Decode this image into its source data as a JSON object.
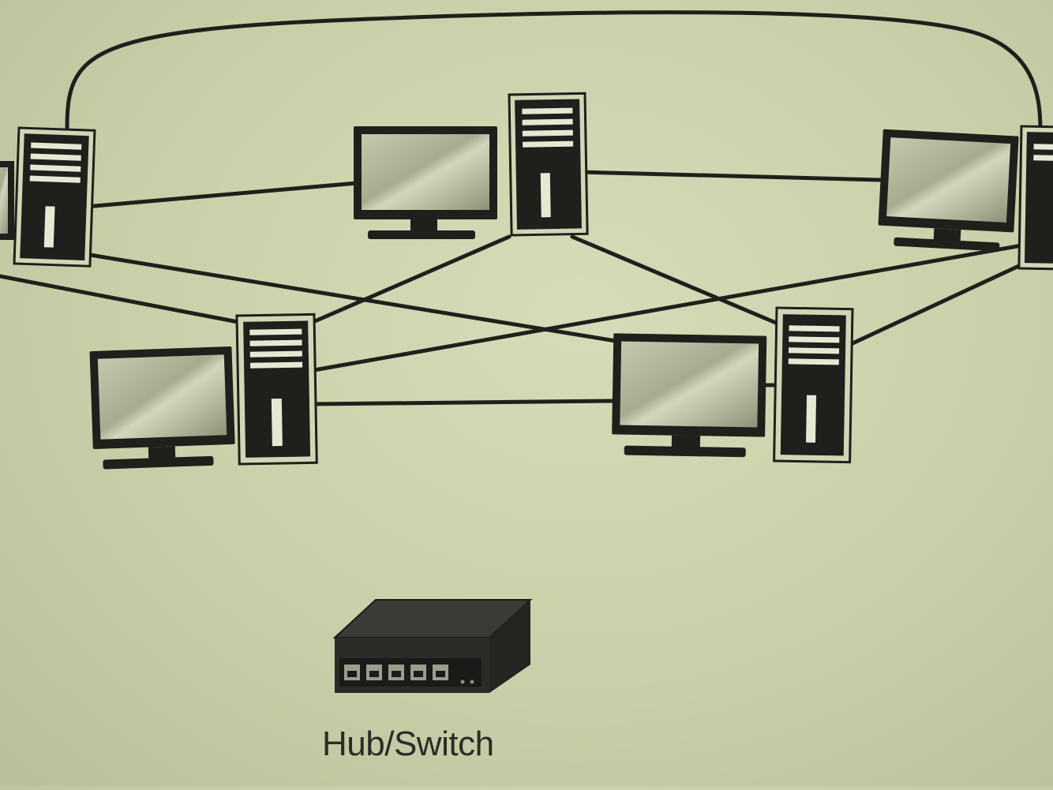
{
  "diagram": {
    "devices": [
      {
        "id": "pc-left-edge",
        "kind": "tower"
      },
      {
        "id": "pc-top-center",
        "kind": "workstation"
      },
      {
        "id": "pc-top-right",
        "kind": "workstation"
      },
      {
        "id": "pc-bottom-left",
        "kind": "workstation"
      },
      {
        "id": "pc-bottom-right",
        "kind": "workstation"
      },
      {
        "id": "hub-switch",
        "kind": "network-switch",
        "ports": 5
      }
    ],
    "connections": [
      [
        "pc-left-edge",
        "pc-top-right"
      ],
      [
        "pc-left-edge",
        "pc-top-center"
      ],
      [
        "pc-left-edge",
        "pc-bottom-right"
      ],
      [
        "pc-left-edge",
        "pc-bottom-left"
      ],
      [
        "pc-top-center",
        "pc-top-right"
      ],
      [
        "pc-top-center",
        "pc-bottom-left"
      ],
      [
        "pc-top-center",
        "pc-bottom-right"
      ],
      [
        "pc-bottom-left",
        "pc-top-right"
      ],
      [
        "pc-bottom-left",
        "pc-bottom-right"
      ],
      [
        "pc-bottom-right",
        "pc-top-right"
      ]
    ]
  },
  "hub": {
    "label": "Hub/Switch",
    "icon": "network-switch-icon"
  },
  "colors": {
    "paper": "#d0d6b0",
    "ink": "#1f201c",
    "screen": "#b5b79c"
  }
}
